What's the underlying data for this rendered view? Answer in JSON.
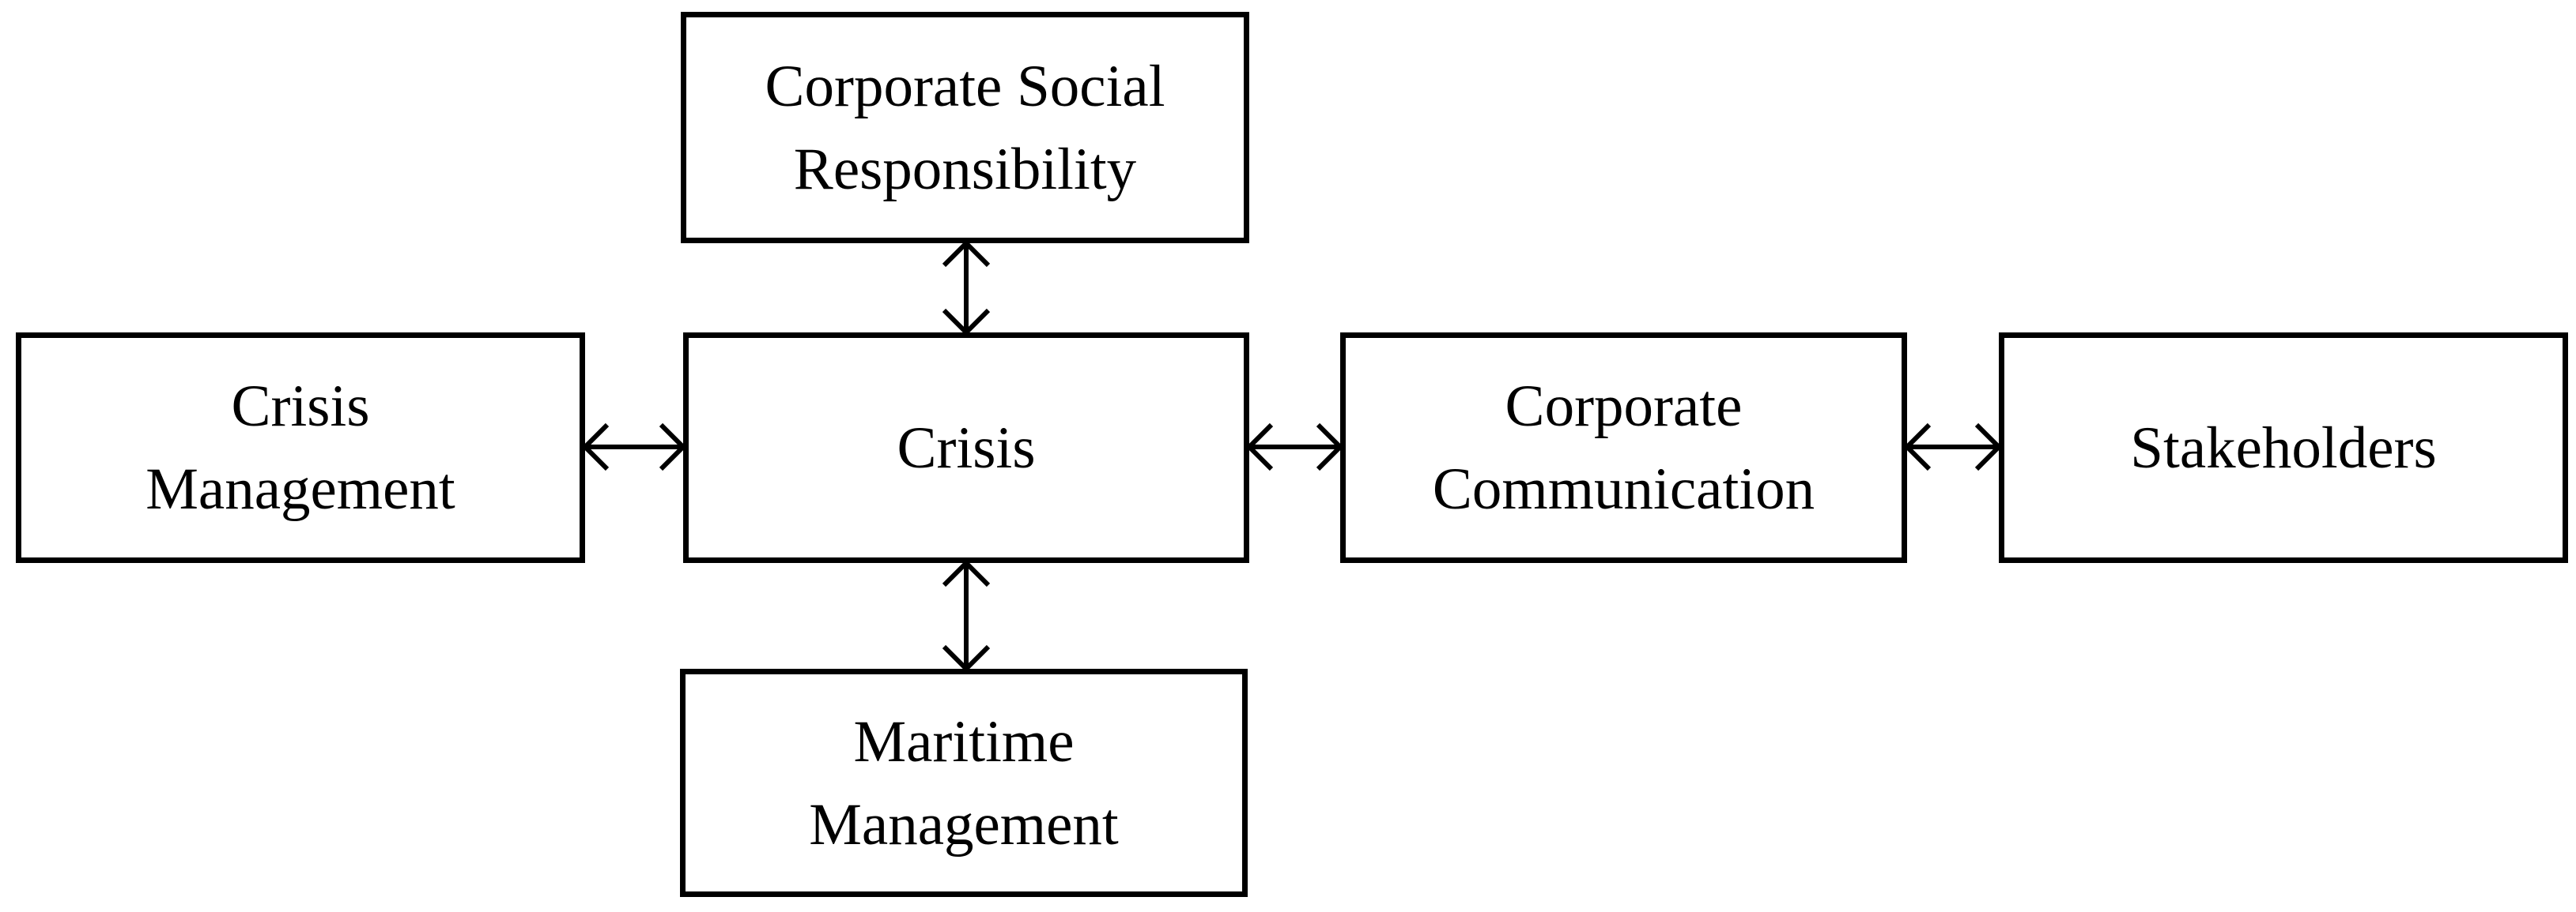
{
  "nodes": {
    "corporate_social_responsibility": {
      "label": "Corporate Social\nResponsibility"
    },
    "crisis_management": {
      "label": "Crisis\nManagement"
    },
    "crisis": {
      "label": "Crisis"
    },
    "corporate_communication": {
      "label": "Corporate\nCommunication"
    },
    "stakeholders": {
      "label": "Stakeholders"
    },
    "maritime_management": {
      "label": "Maritime\nManagement"
    }
  },
  "connections": [
    {
      "from": "crisis",
      "to": "corporate_social_responsibility",
      "type": "bidirectional"
    },
    {
      "from": "crisis_management",
      "to": "crisis",
      "type": "bidirectional"
    },
    {
      "from": "crisis",
      "to": "corporate_communication",
      "type": "bidirectional"
    },
    {
      "from": "corporate_communication",
      "to": "stakeholders",
      "type": "bidirectional"
    },
    {
      "from": "crisis",
      "to": "maritime_management",
      "type": "bidirectional"
    }
  ],
  "colors": {
    "line": "#000000",
    "text": "#000000",
    "background": "#ffffff"
  }
}
